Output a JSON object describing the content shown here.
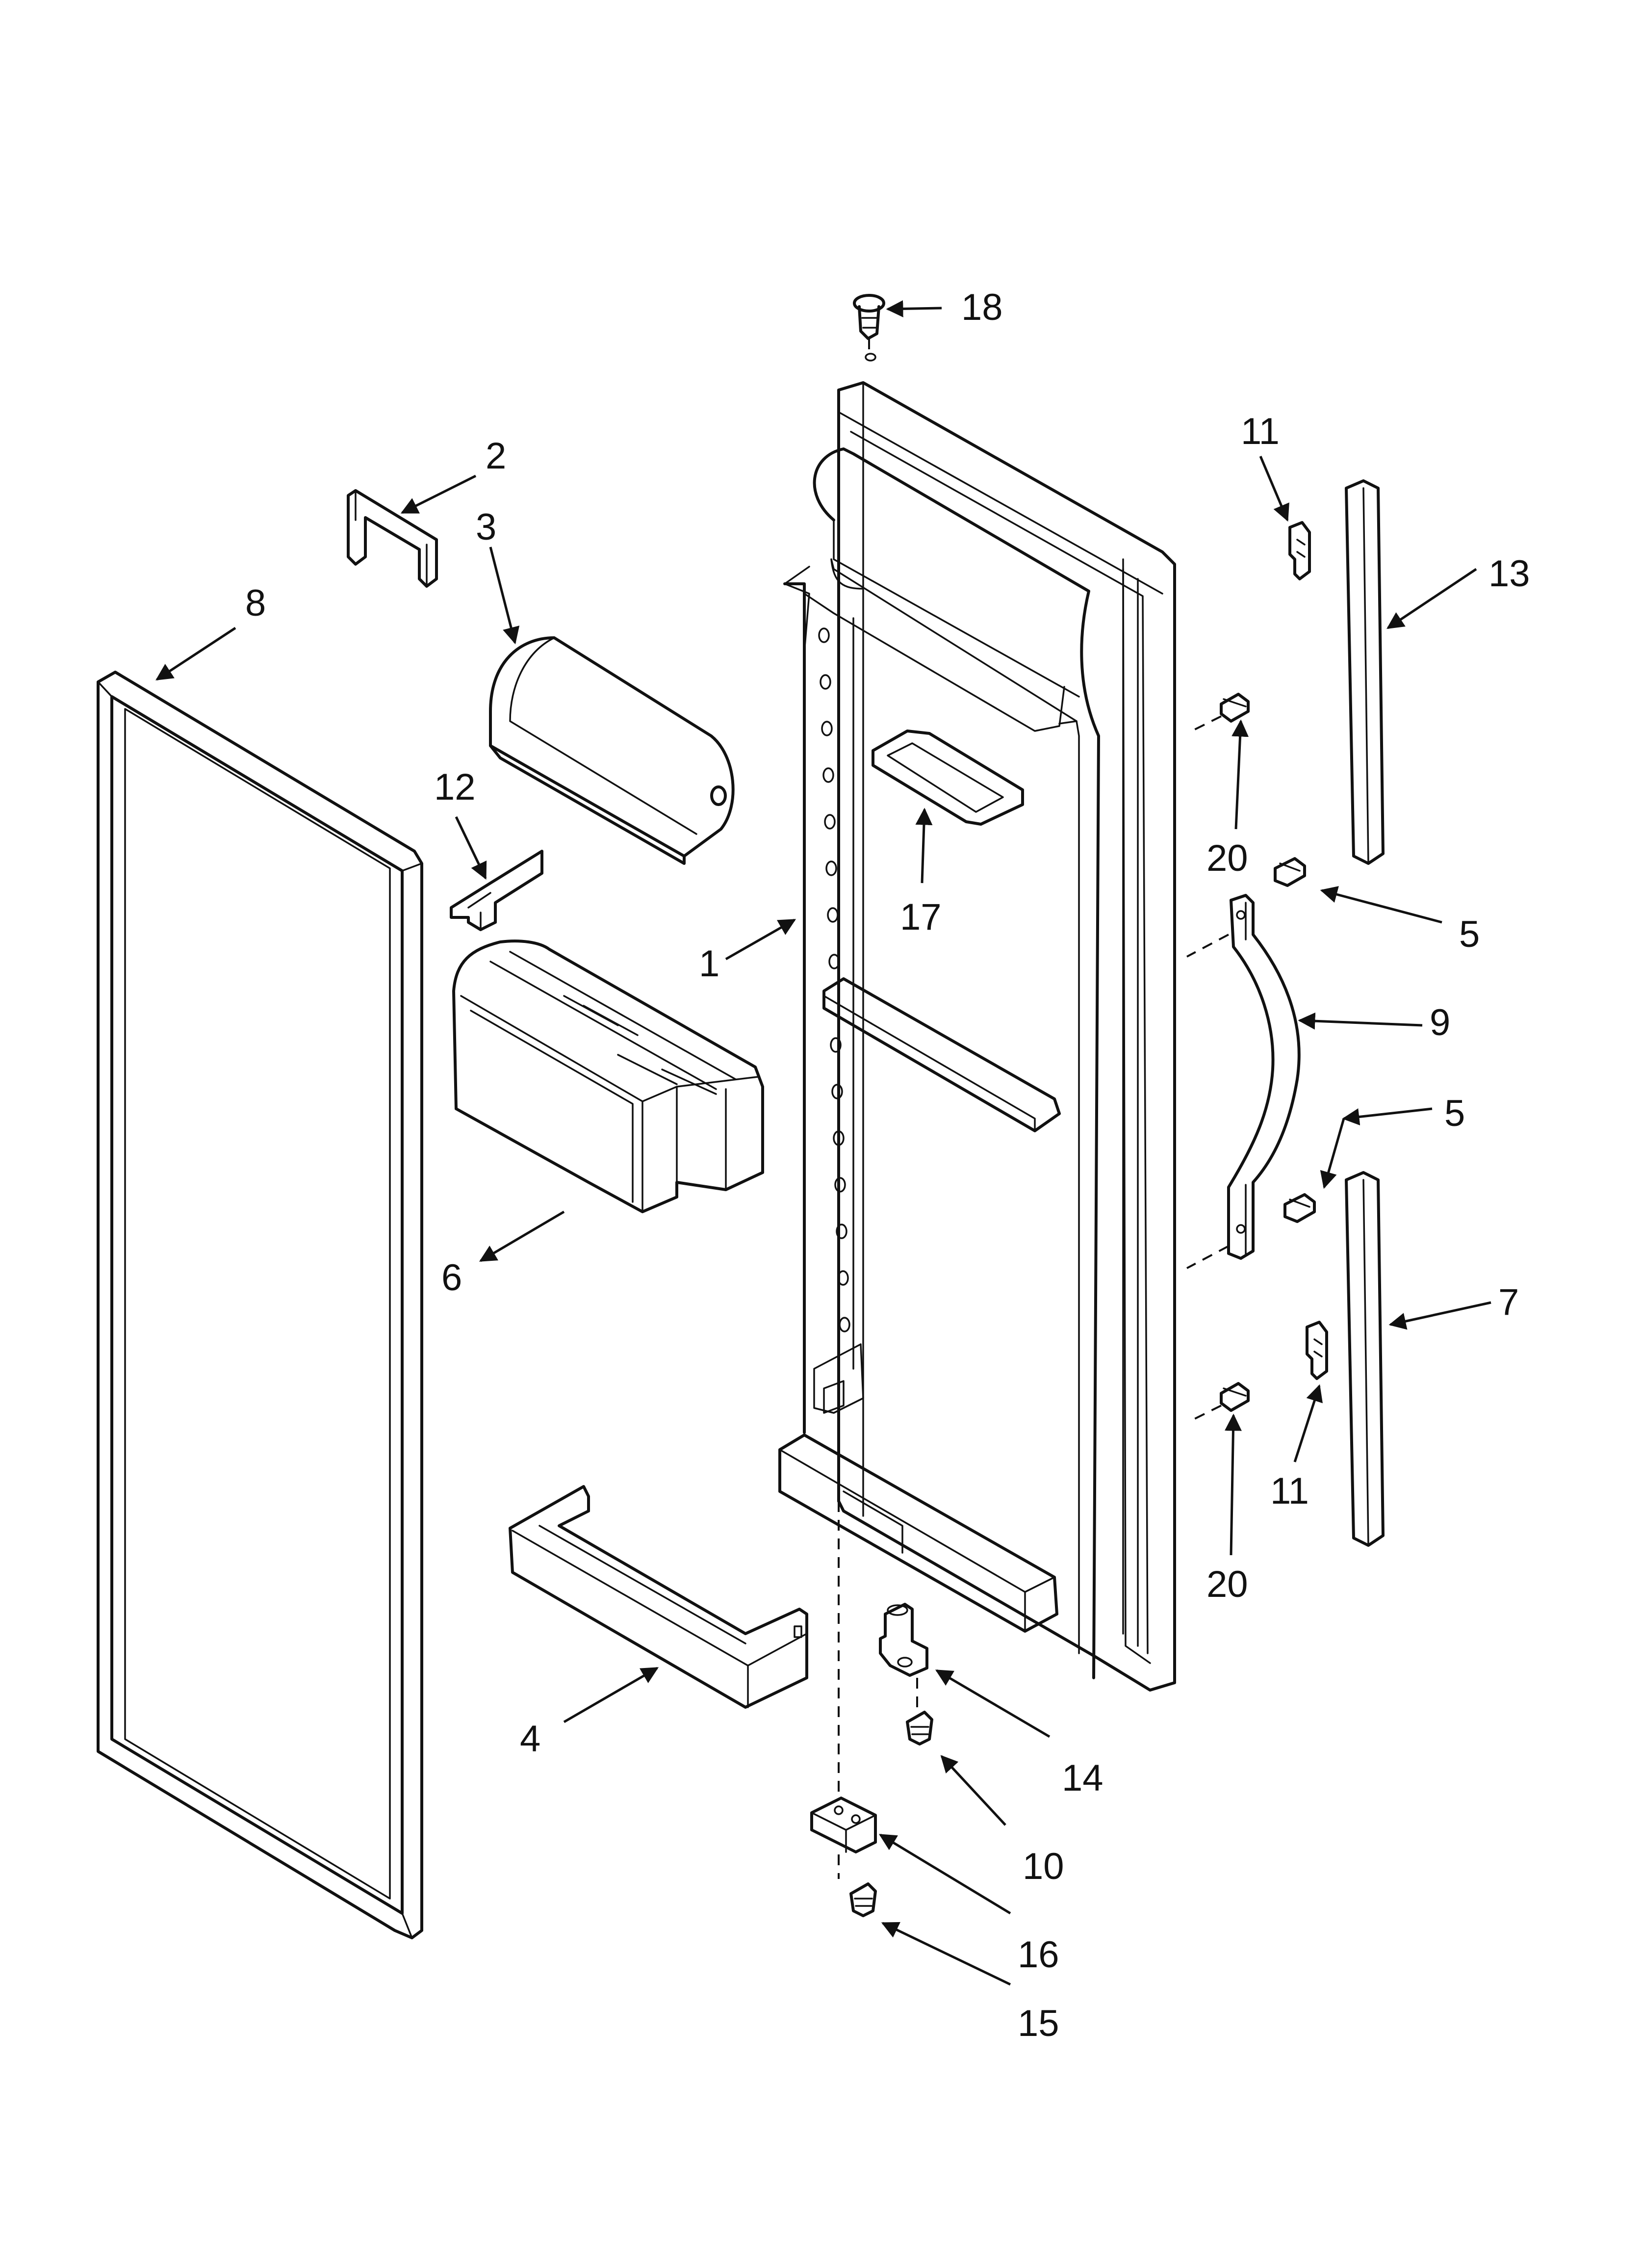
{
  "figure": {
    "type": "exploded parts diagram",
    "subject": "refrigerator door assembly",
    "line_color": "#111111",
    "background_color": "#ffffff"
  },
  "callouts": {
    "c1": "1",
    "c2": "2",
    "c3": "3",
    "c4": "4",
    "c5a": "5",
    "c5b": "5",
    "c6": "6",
    "c7": "7",
    "c8": "8",
    "c9": "9",
    "c10": "10",
    "c11a": "11",
    "c11b": "11",
    "c12": "12",
    "c13": "13",
    "c14": "14",
    "c15": "15",
    "c16": "16",
    "c17": "17",
    "c18": "18",
    "c20a": "20",
    "c20b": "20"
  }
}
